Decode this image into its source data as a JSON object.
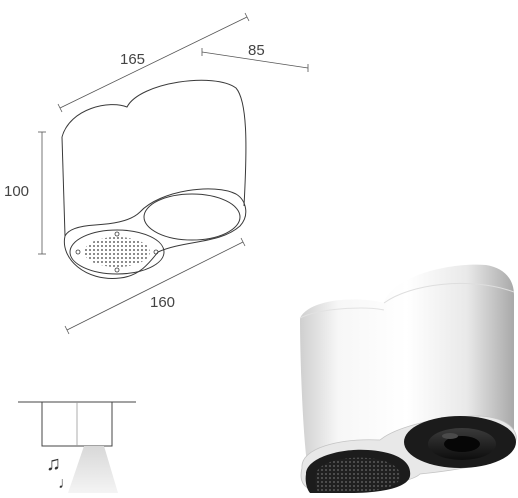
{
  "dimensions": {
    "top_length": "165",
    "lens_diameter": "85",
    "height": "100",
    "bottom_length": "160"
  },
  "colors": {
    "line": "#3a3a3a",
    "dim_line": "#555555",
    "housing_light": "#f4f4f4",
    "housing_shadow": "#b9b9b9",
    "bezel": "#1c1c1c"
  },
  "icons": {
    "music_note_1": "music-note-icon",
    "music_note_2": "music-note-icon"
  }
}
